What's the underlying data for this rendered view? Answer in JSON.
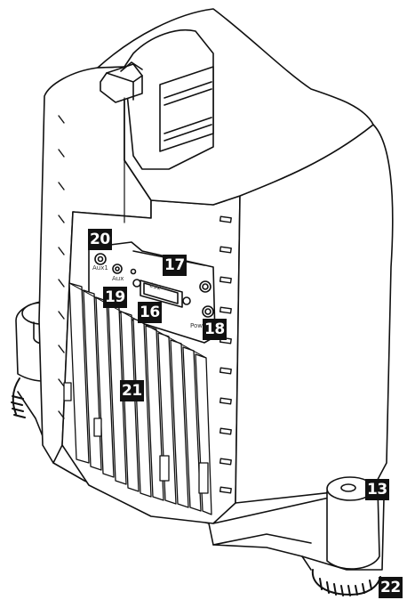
{
  "figure": {
    "callouts": [
      {
        "id": "c13",
        "label": "13"
      },
      {
        "id": "c16",
        "label": "16"
      },
      {
        "id": "c17",
        "label": "17"
      },
      {
        "id": "c18",
        "label": "18"
      },
      {
        "id": "c19",
        "label": "19"
      },
      {
        "id": "c20",
        "label": "20"
      },
      {
        "id": "c21",
        "label": "21"
      },
      {
        "id": "c22",
        "label": "22"
      }
    ],
    "panel_text": {
      "aux1": "Aux1",
      "aux2": "Aux",
      "power": "Pow",
      "rs": "232"
    }
  }
}
